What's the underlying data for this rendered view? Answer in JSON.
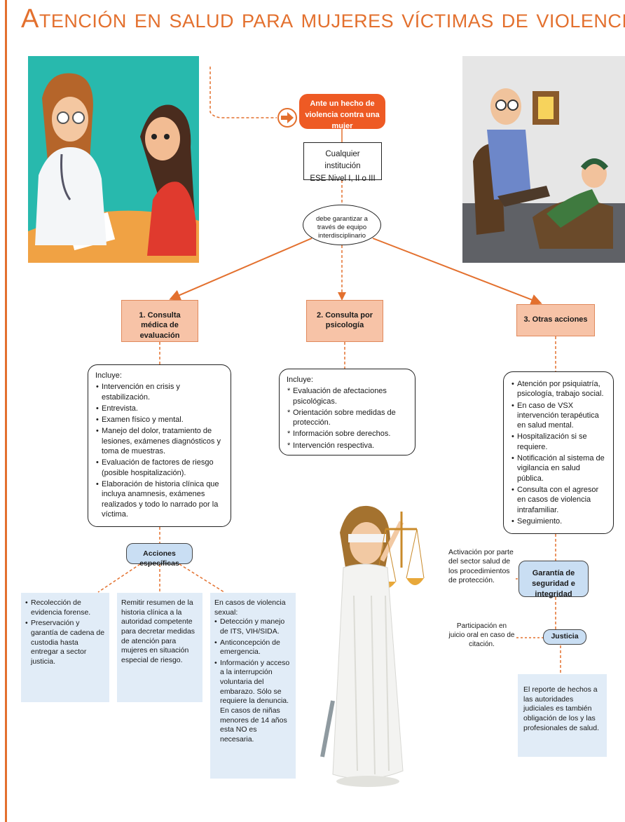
{
  "title": "Atención en salud para mujeres víctimas de violencia",
  "flow": {
    "start": "Ante un hecho de violencia contra una mujer",
    "institution_line1": "Cualquier institución",
    "institution_line2": "ESE Nivel I, II o III",
    "guarantee": "debe garantizar a través de equipo interdisciplinario"
  },
  "categories": {
    "medical": "1. Consulta médica de evaluación",
    "psychology": "2. Consulta por psicología",
    "other": "3. Otras acciones"
  },
  "medical_includes": {
    "heading": "Incluye:",
    "items": [
      "Intervención en crisis y estabilización.",
      "Entrevista.",
      "Examen físico y mental.",
      "Manejo del dolor, tratamiento de lesiones, exámenes diagnósticos y toma de muestras.",
      "Evaluación de factores de riesgo (posible hospitalización).",
      "Elaboración de historia clínica que incluya anamnesis, exámenes realizados y todo lo narrado por la víctima."
    ]
  },
  "psychology_includes": {
    "heading": "Incluye:",
    "items": [
      "Evaluación de afectaciones psicológicas.",
      "Orientación sobre medidas de protección.",
      "Información sobre derechos.",
      "Intervención respectiva."
    ]
  },
  "other_includes": {
    "items": [
      "Atención por psiquiatría, psicología, trabajo social.",
      "En caso de VSX intervención terapéutica en salud mental.",
      "Hospitalización si se requiere.",
      "Notificación al sistema de vigilancia en salud pública.",
      "Consulta con el agresor en casos de violencia intrafamiliar.",
      "Seguimiento."
    ]
  },
  "specific_actions": {
    "label": "Acciones específicas",
    "forensic_items": [
      "Recolección de evidencia forense.",
      "Preservación y garantía de cadena de custodia hasta entregar a sector justicia."
    ],
    "summary_text": "Remitir resumen de la historia clínica a la autoridad competente para decretar medidas de atención para mujeres en situación especial de riesgo.",
    "sexual_heading": "En casos de violencia sexual:",
    "sexual_items": [
      "Detección y manejo de ITS, VIH/SIDA.",
      "Anticoncepción de emergencia.",
      "Información y acceso a la interrupción voluntaria del embarazo. Sólo se requiere la denuncia. En casos de niñas menores de 14 años esta NO es necesaria."
    ]
  },
  "safety": {
    "label": "Garantía de seguridad e integridad",
    "activation": "Activación por parte del sector salud de los procedimientos de protección."
  },
  "justice": {
    "label": "Justicia",
    "participation": "Participación en juicio oral en caso de citación.",
    "report": "El reporte de hechos a las autoridades judiciales es también obligación de los y las profesionales de salud."
  },
  "colors": {
    "accent": "#e3702e",
    "start_fill": "#ee5a24",
    "category_fill": "#f7c3a7",
    "pill_fill": "#c9def3",
    "note_fill": "#e1ecf7"
  }
}
